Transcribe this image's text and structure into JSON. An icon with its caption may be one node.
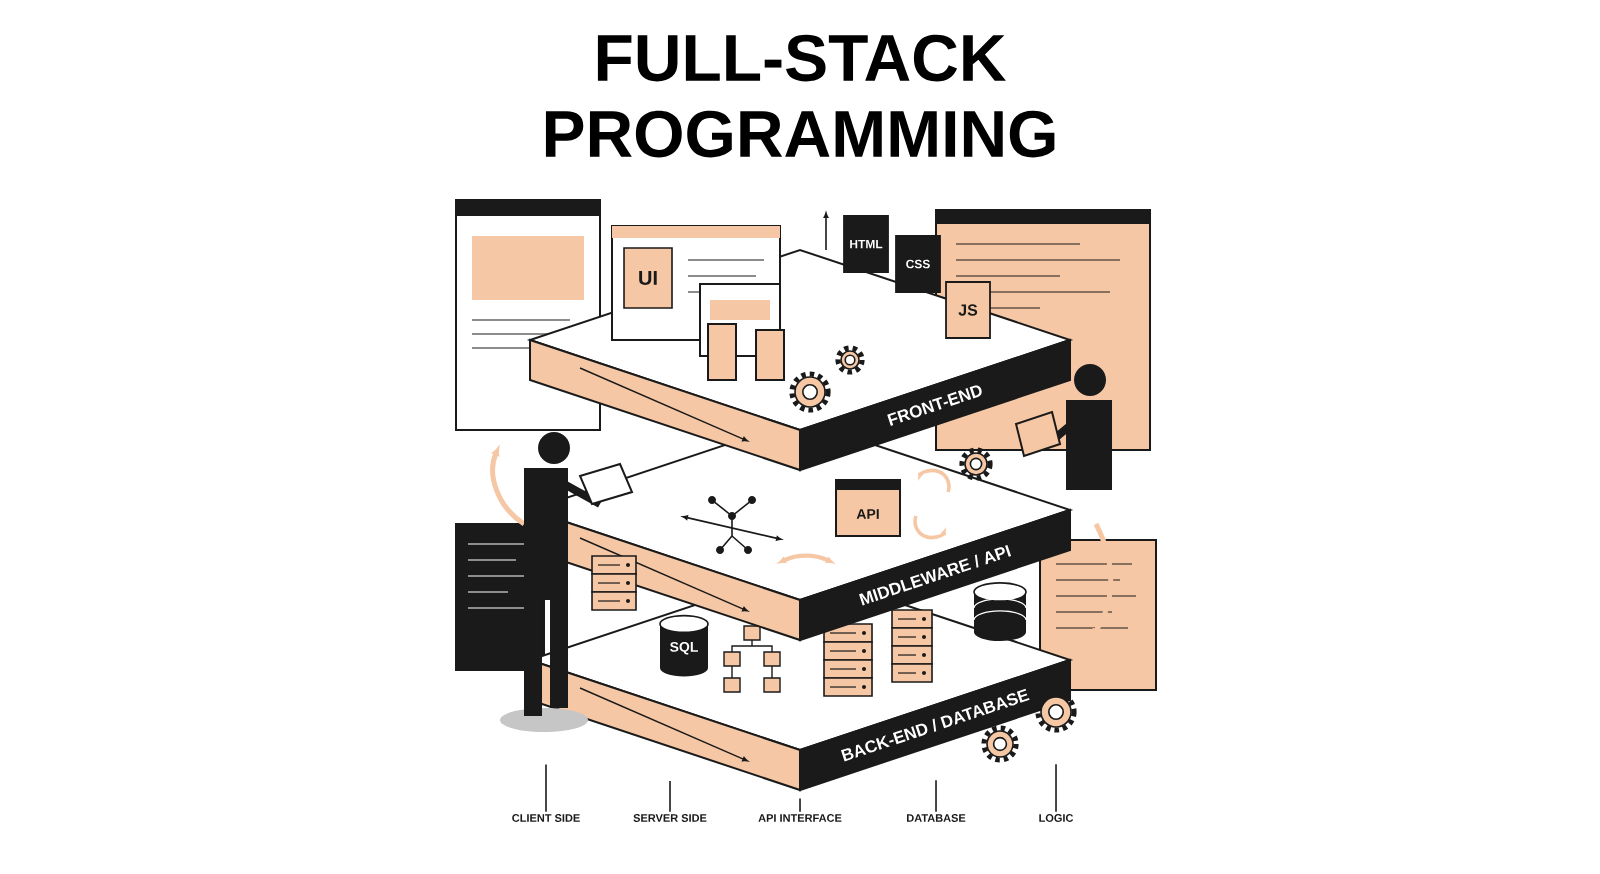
{
  "diagram": {
    "title": "FULL-STACK PROGRAMMING",
    "nodes": [
      {
        "text": [
          "FRONT-END"
        ]
      },
      {
        "text": [
          "MIDDLEWARE / API"
        ]
      },
      {
        "text": [
          "BACK-END / DATABASE"
        ]
      },
      {
        "text": [
          "CLIENT SIDE"
        ]
      },
      {
        "text": [
          "SERVER SIDE"
        ]
      },
      {
        "text": [
          "API INTERFACE"
        ]
      },
      {
        "text": [
          "DATABASE"
        ]
      },
      {
        "text": [
          "LOGIC"
        ]
      }
    ],
    "edges": [
      {
        "from": 3,
        "to": 2,
        "arrow": "none"
      },
      {
        "from": 4,
        "to": 2,
        "arrow": "none"
      },
      {
        "from": 5,
        "to": 2,
        "arrow": "none"
      },
      {
        "from": 6,
        "to": 2,
        "arrow": "none"
      },
      {
        "from": 7,
        "to": 2,
        "arrow": "none"
      }
    ],
    "labels": [
      "UI",
      "HTML",
      "CSS",
      "JS",
      "API",
      "SQL"
    ]
  }
}
